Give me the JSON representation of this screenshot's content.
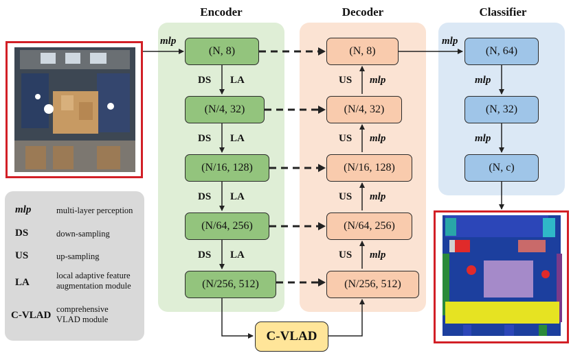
{
  "columns": {
    "encoder": "Encoder",
    "decoder": "Decoder",
    "classifier": "Classifier"
  },
  "encoder_nodes": [
    "(N, 8)",
    "(N/4, 32)",
    "(N/16, 128)",
    "(N/64, 256)",
    "(N/256, 512)"
  ],
  "decoder_nodes": [
    "(N, 8)",
    "(N/4, 32)",
    "(N/16, 128)",
    "(N/64, 256)",
    "(N/256, 512)"
  ],
  "classifier_nodes": [
    "(N, 64)",
    "(N, 32)",
    "(N, c)"
  ],
  "labels": {
    "mlp": "mlp",
    "ds": "DS",
    "la": "LA",
    "us": "US",
    "cvlad": "C-VLAD"
  },
  "legend": [
    {
      "key": "mlp",
      "italic": true,
      "value": "multi-layer perception"
    },
    {
      "key": "DS",
      "italic": false,
      "value": "down-sampling"
    },
    {
      "key": "US",
      "italic": false,
      "value": "up-sampling"
    },
    {
      "key": "LA",
      "italic": false,
      "value": "local adaptive feature augmentation module"
    },
    {
      "key": "C-VLAD",
      "italic": false,
      "value": "comprehensive VLAD module"
    }
  ],
  "colors": {
    "encoder_panel": "#dfeed6",
    "decoder_panel": "#fbe3d3",
    "classifier_panel": "#dbe8f5",
    "frame_red": "#d21f26"
  }
}
